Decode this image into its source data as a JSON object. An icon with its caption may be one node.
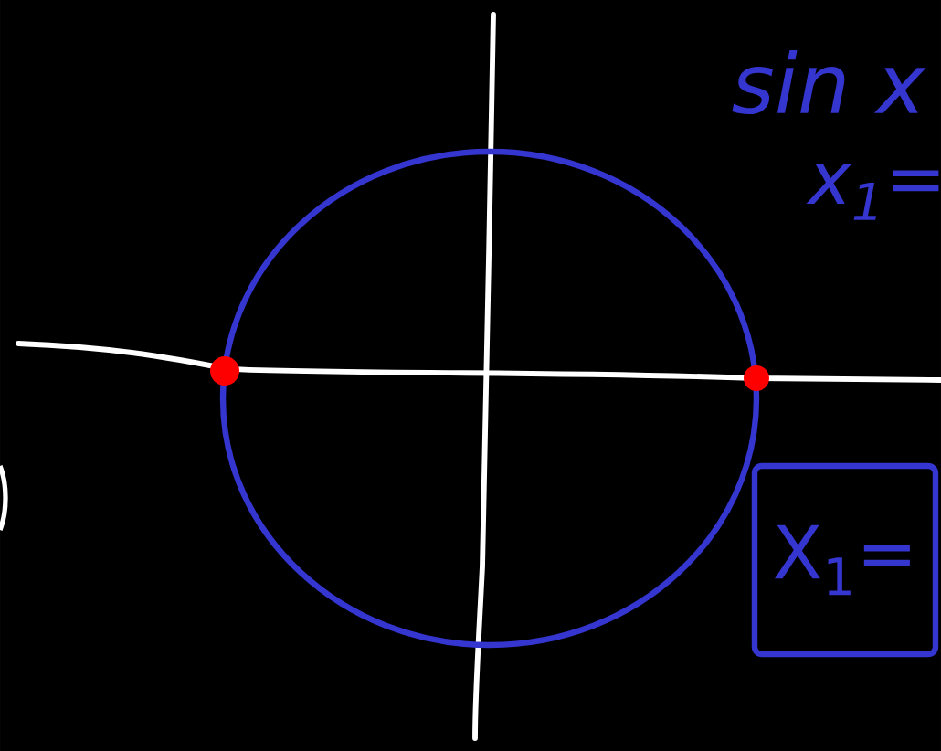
{
  "diagram": {
    "nodes": [
      {
        "text": [
          "X$_{1}$="
        ]
      }
    ],
    "labels": [
      "sin x",
      "x$_{1}$="
    ]
  }
}
